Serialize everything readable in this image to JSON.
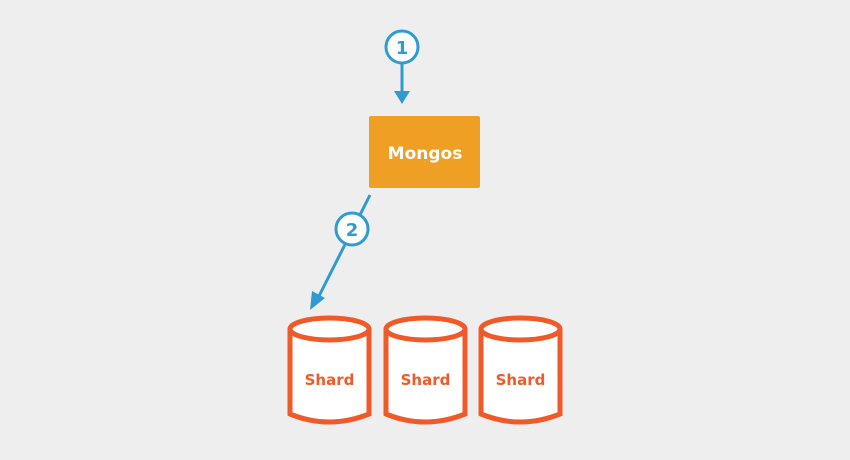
{
  "colors": {
    "background": "#eeeeee",
    "arrow": "#2e9bd1",
    "mongos_fill": "#ee9f24",
    "shard_stroke": "#f05a28"
  },
  "steps": [
    {
      "label": "1"
    },
    {
      "label": "2"
    }
  ],
  "mongos": {
    "label": "Mongos"
  },
  "shards": [
    {
      "label": "Shard"
    },
    {
      "label": "Shard"
    },
    {
      "label": "Shard"
    }
  ]
}
